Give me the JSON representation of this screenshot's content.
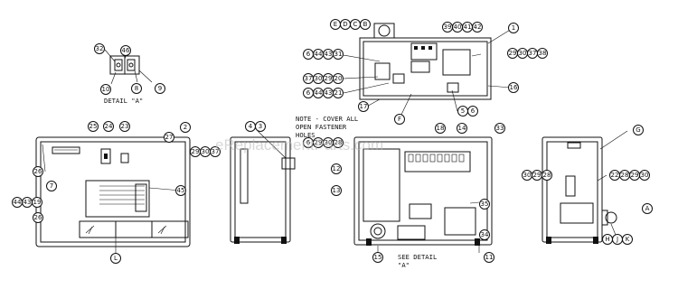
{
  "watermark": "eReplacementParts.com",
  "detail_label": "DETAIL \"A\"",
  "note_lines": [
    "NOTE - COVER ALL",
    "OPEN FASTENER",
    "HOLES"
  ],
  "see_detail_lines": [
    "SEE DETAIL",
    "\"A\""
  ],
  "callouts": {
    "detail": [
      "32",
      "46",
      "10",
      "8",
      "9"
    ],
    "top_view": [
      "E",
      "D",
      "C",
      "B",
      "39",
      "40",
      "41",
      "42",
      "1",
      "6",
      "44",
      "43",
      "31",
      "29",
      "30",
      "37",
      "38",
      "37",
      "30",
      "29",
      "20",
      "6",
      "44",
      "43",
      "21",
      "16",
      "17",
      "F",
      "5",
      "6"
    ],
    "front_cover": [
      "25",
      "24",
      "23",
      "27",
      "2",
      "26",
      "29",
      "30",
      "37",
      "7",
      "44",
      "43",
      "19",
      "45",
      "26",
      "L"
    ],
    "left_side": [
      "4",
      "3"
    ],
    "right_side": [
      "6",
      "29",
      "30",
      "28"
    ],
    "front_open": [
      "18",
      "14",
      "33",
      "12",
      "13",
      "35",
      "34",
      "15",
      "11"
    ],
    "far_right": [
      "G",
      "30",
      "29",
      "28",
      "22",
      "28",
      "29",
      "30",
      "A",
      "H",
      "J",
      "K"
    ]
  }
}
